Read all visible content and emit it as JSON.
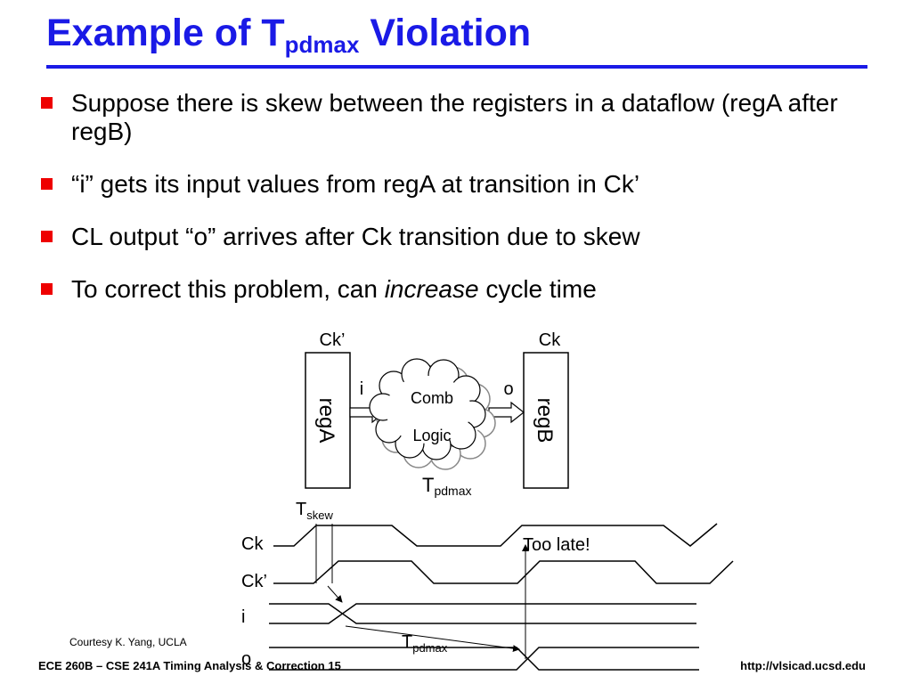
{
  "slide": {
    "title_main": "Example of T",
    "title_sub": "pdmax",
    "title_end": " Violation",
    "colors": {
      "title": "#1a1ae6",
      "bullet_marker": "#ee0000"
    }
  },
  "bullets": [
    {
      "text": "Suppose there is skew between the registers in a dataflow (regA after regB)"
    },
    {
      "text": "“i” gets its input values from regA at transition in Ck’"
    },
    {
      "text": "CL output “o” arrives after Ck transition due to skew"
    },
    {
      "pre": "To correct this problem, can ",
      "em": "increase",
      "post": " cycle time"
    }
  ],
  "circuit": {
    "regA_clock": "Ck’",
    "regB_clock": "Ck",
    "regA": "regA",
    "regB": "regB",
    "input_signal": "i",
    "output_signal": "o",
    "logic_line1": "Comb",
    "logic_line2": "Logic",
    "delay_T": "T",
    "delay_sub": "pdmax"
  },
  "timing": {
    "skew_T": "T",
    "skew_sub": "skew",
    "too_late": "Too late!",
    "delay_T": "T",
    "delay_sub": "pdmax",
    "signals": [
      "Ck",
      "Ck’",
      "i",
      "o"
    ]
  },
  "footer": {
    "credit": "Courtesy K. Yang, UCLA",
    "course": "ECE 260B – CSE 241A Timing Analysis & Correction 15",
    "url": "http://vlsicad.ucsd.edu"
  }
}
